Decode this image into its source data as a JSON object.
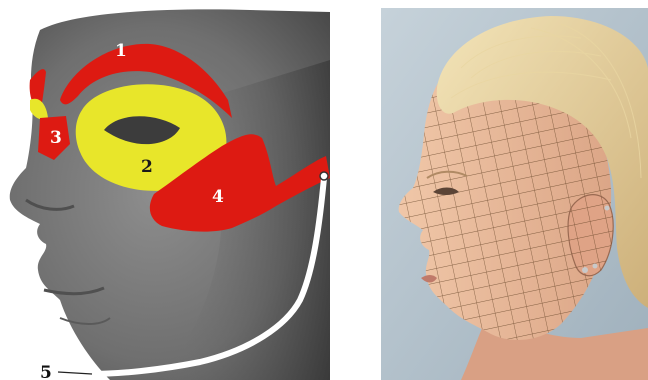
{
  "figure": {
    "left_panel": {
      "zones": [
        {
          "number": "1",
          "color": "#dd1a12"
        },
        {
          "number": "2",
          "color": "#e8e62a"
        },
        {
          "number": "3",
          "color": "#dd1a12"
        },
        {
          "number": "4",
          "color": "#dd1a12"
        }
      ],
      "callout": {
        "number": "5",
        "color": "#ffffff"
      }
    },
    "right_panel": {
      "mesh_color": "#5a3a1e",
      "background": "#b9c7d1"
    }
  }
}
